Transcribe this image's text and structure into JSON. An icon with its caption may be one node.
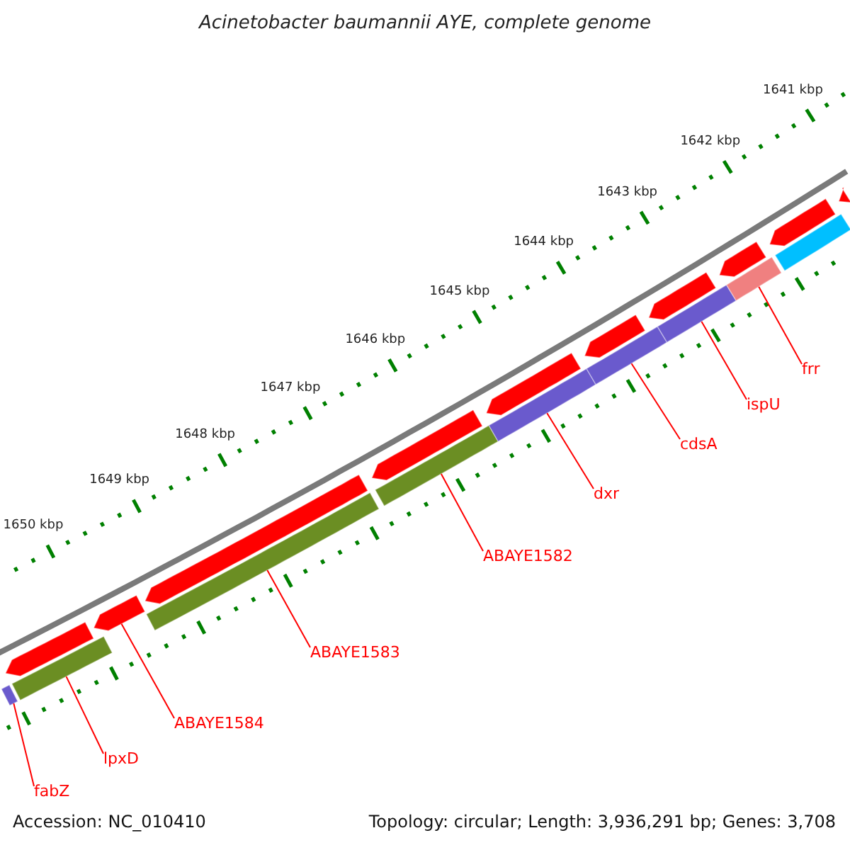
{
  "diagram": {
    "title": "Acinetobacter baumannii AYE, complete genome",
    "nodes": [
      {
        "text": [
          "fabZ"
        ]
      },
      {
        "text": [
          "lpxD"
        ]
      },
      {
        "text": [
          "ABAYE1584"
        ]
      },
      {
        "text": [
          "ABAYE1583"
        ]
      },
      {
        "text": [
          "ABAYE1582"
        ]
      },
      {
        "text": [
          "dxr"
        ]
      },
      {
        "text": [
          "cdsA"
        ]
      },
      {
        "text": [
          "ispU"
        ]
      },
      {
        "text": [
          "frr"
        ]
      },
      {
        "text": [],
        "shape": "bar"
      },
      {
        "text": [],
        "shape": "bar"
      },
      {
        "text": [],
        "shape": "bar"
      },
      {
        "text": [],
        "shape": "bar"
      },
      {
        "text": [],
        "shape": "bar"
      },
      {
        "text": [],
        "shape": "bar"
      },
      {
        "text": [],
        "shape": "bar"
      },
      {
        "text": [],
        "shape": "bar"
      },
      {
        "text": [],
        "shape": "bar"
      },
      {
        "text": [],
        "shape": "bar"
      },
      {
        "text": [],
        "shape": "bar"
      },
      {
        "text": [],
        "shape": "bar"
      },
      {
        "text": [],
        "shape": "bar"
      },
      {
        "text": [],
        "shape": "bar"
      },
      {
        "text": [],
        "shape": "bar"
      },
      {
        "text": [],
        "shape": "bar"
      },
      {
        "text": [],
        "shape": "bar"
      },
      {
        "text": [],
        "shape": "bar"
      },
      {
        "text": [],
        "shape": "bar"
      }
    ],
    "edges": [
      {
        "from": 0,
        "to": 9,
        "arrow": "none"
      },
      {
        "from": 1,
        "to": 10,
        "arrow": "none"
      },
      {
        "from": 2,
        "to": 11,
        "arrow": "none"
      },
      {
        "from": 3,
        "to": 12,
        "arrow": "none"
      },
      {
        "from": 4,
        "to": 13,
        "arrow": "none"
      },
      {
        "from": 5,
        "to": 14,
        "arrow": "none"
      },
      {
        "from": 6,
        "to": 15,
        "arrow": "none"
      },
      {
        "from": 7,
        "to": 16,
        "arrow": "none"
      },
      {
        "from": 8,
        "to": 17,
        "arrow": "none"
      }
    ],
    "labels": [
      "1641 kbp",
      "1642 kbp",
      "1643 kbp",
      "1644 kbp",
      "1645 kbp",
      "1646 kbp",
      "1647 kbp",
      "1648 kbp",
      "1649 kbp",
      "1650 kbp",
      "Accession: NC_010410",
      "Topology: circular; Length: 3,936,291 bp; Genes: 3,708"
    ]
  }
}
